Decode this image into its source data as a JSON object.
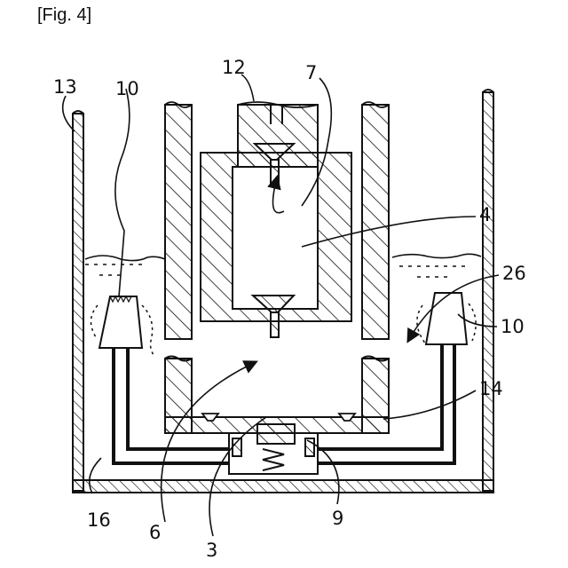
{
  "figure": {
    "caption": "[Fig. 4]",
    "colors": {
      "ink": "#111111",
      "paper": "#ffffff"
    }
  },
  "labels": {
    "r13": "13",
    "r10a": "10",
    "r12": "12",
    "r7": "7",
    "r4": "4",
    "r26": "26",
    "r10b": "10",
    "r14": "14",
    "r16": "16",
    "r6": "6",
    "r3": "3",
    "r9": "9"
  }
}
